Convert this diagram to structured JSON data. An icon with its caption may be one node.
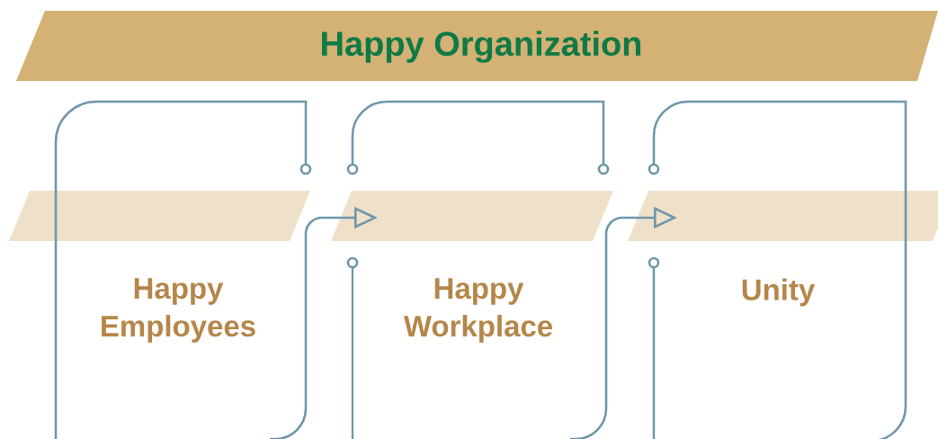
{
  "diagram": {
    "nodes": [
      {
        "text": [
          "Happy Organization"
        ]
      },
      {
        "text": [
          "Happy Employees"
        ]
      },
      {
        "text": [
          "Happy Workplace"
        ]
      },
      {
        "text": [
          "Unity"
        ]
      }
    ],
    "edges": [
      {
        "from": 1,
        "to": 2,
        "arrow": "to"
      },
      {
        "from": 2,
        "to": 3,
        "arrow": "to"
      }
    ]
  }
}
